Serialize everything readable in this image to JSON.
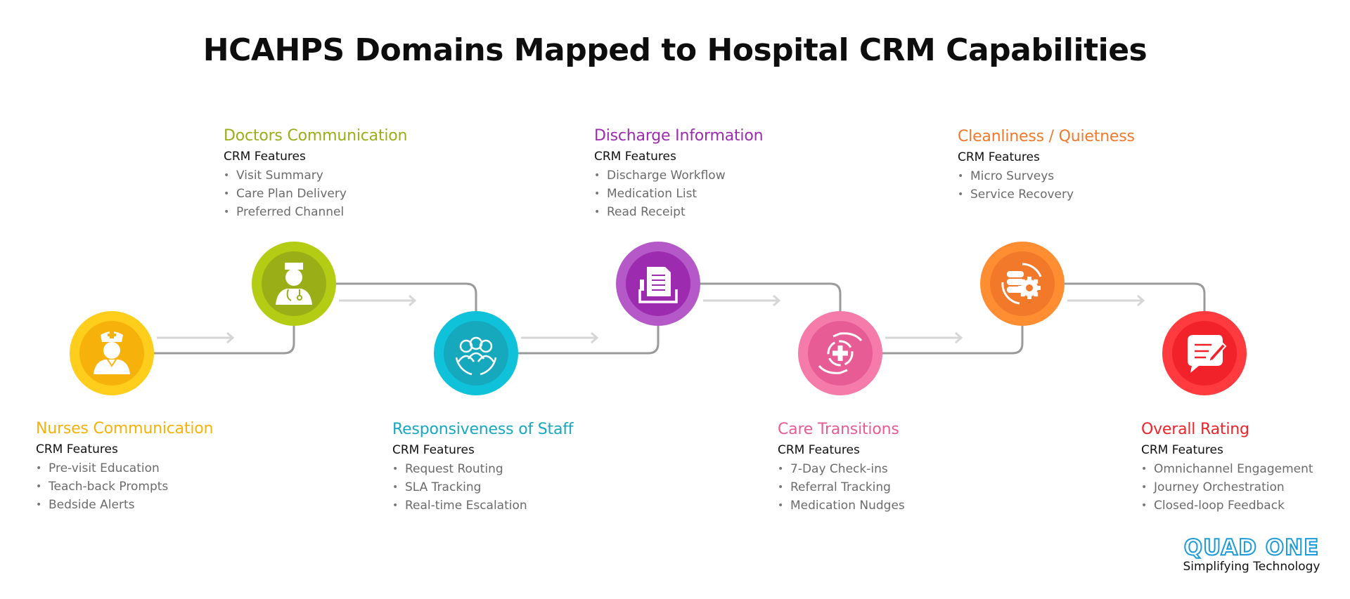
{
  "title": "HCAHPS Domains Mapped to Hospital CRM Capabilities",
  "domains": [
    {
      "heading": "Nurses Communication",
      "sub": "CRM Features",
      "items": [
        "Pre-visit Education",
        "Teach-back Prompts",
        "Bedside Alerts"
      ],
      "color": "#f6b20a",
      "ring": "#ffcd1c",
      "icon": "nurse-icon"
    },
    {
      "heading": "Doctors Communication",
      "sub": "CRM Features",
      "items": [
        "Visit Summary",
        "Care Plan Delivery",
        "Preferred Channel"
      ],
      "color": "#9aae17",
      "ring": "#b5cc14",
      "icon": "doctor-icon"
    },
    {
      "heading": "Responsiveness of Staff",
      "sub": "CRM Features",
      "items": [
        "Request Routing",
        "SLA Tracking",
        "Real-time Escalation"
      ],
      "color": "#16a8bd",
      "ring": "#0fc1d9",
      "icon": "staff-group-icon"
    },
    {
      "heading": "Discharge Information",
      "sub": "CRM Features",
      "items": [
        "Discharge Workflow",
        "Medication List",
        "Read Receipt"
      ],
      "color": "#9c2bb0",
      "ring": "#b659c8",
      "icon": "discharge-document-icon"
    },
    {
      "heading": "Care Transitions",
      "sub": "CRM Features",
      "items": [
        "7-Day Check-ins",
        "Referral Tracking",
        "Medication Nudges"
      ],
      "color": "#e85c96",
      "ring": "#f57bab",
      "icon": "care-transition-icon"
    },
    {
      "heading": "Cleanliness / Quietness",
      "sub": "CRM Features",
      "items": [
        "Micro Surveys",
        "Service Recovery"
      ],
      "color": "#f2782a",
      "ring": "#ff8e33",
      "icon": "database-gear-icon"
    },
    {
      "heading": "Overall Rating",
      "sub": "CRM Features",
      "items": [
        "Omnichannel Engagement",
        "Journey Orchestration",
        "Closed-loop Feedback"
      ],
      "color": "#f2222a",
      "ring": "#ff3b3f",
      "icon": "feedback-chat-icon"
    }
  ],
  "logo": {
    "brand": "QUAD ONE",
    "tagline": "Simplifying Technology"
  }
}
